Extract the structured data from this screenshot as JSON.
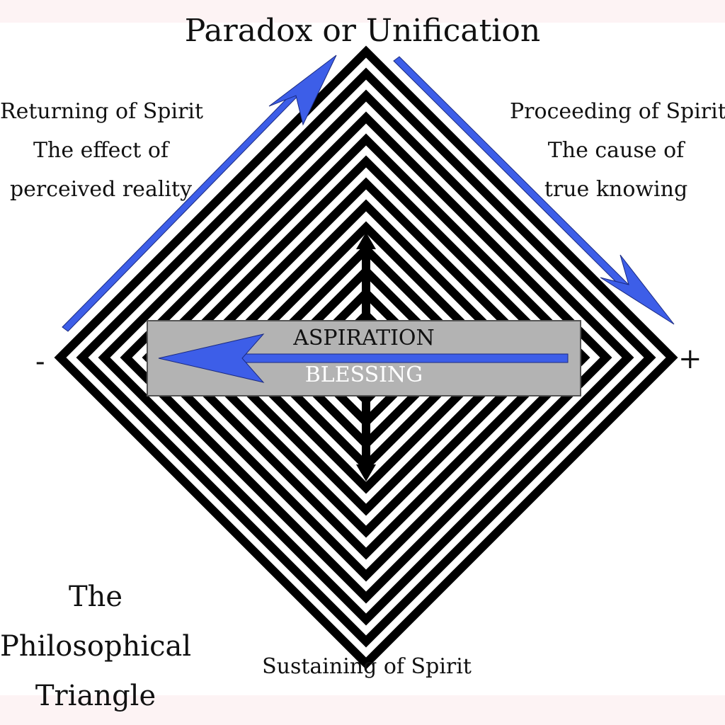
{
  "title": "Paradox or Unification",
  "left_lines": [
    "Returning of Spirit",
    "The effect of",
    "perceived reality"
  ],
  "right_lines": [
    "Proceeding of Spirit",
    "The cause of",
    "true knowing"
  ],
  "minus_sign": "-",
  "plus_sign": "+",
  "band": {
    "upper": "ASPIRATION",
    "lower": "BLESSING"
  },
  "bottom_label": "Sustaining of Spirit",
  "caption_lines": [
    "The",
    "Philosophical",
    "Triangle"
  ],
  "colors": {
    "arrow_blue": "#3d5ee8",
    "band_gray": "#b3b3b3",
    "maze_black": "#000000",
    "background": "#fdf3f4"
  }
}
